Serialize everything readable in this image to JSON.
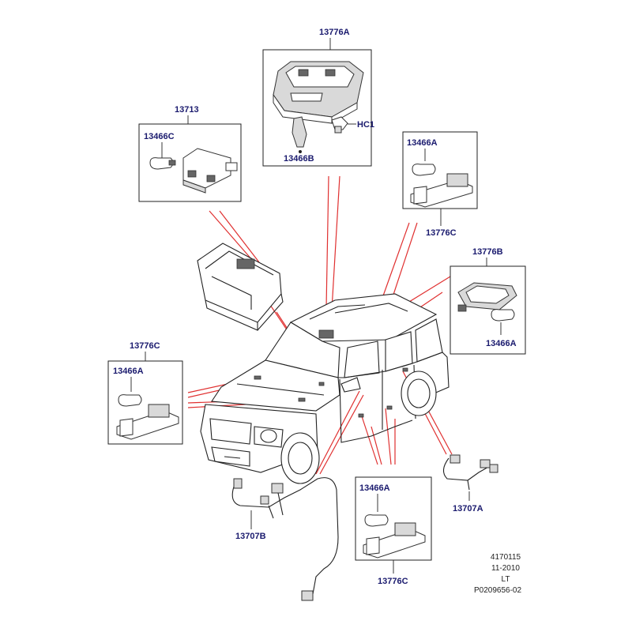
{
  "labels": {
    "top_assembly": "13776A",
    "top_bulb": "13466B",
    "top_clip": "HC1",
    "left_assembly": "13713",
    "left_bulb": "13466C",
    "right_upper_bulb": "13466A",
    "right_upper_assembly": "13776C",
    "right_mid_assembly": "13776B",
    "right_mid_bulb": "13466A",
    "left_mid_assembly": "13776C",
    "left_mid_bulb": "13466A",
    "harness_left": "13707B",
    "bottom_bulb": "13466A",
    "bottom_assembly": "13776C",
    "harness_right": "13707A"
  },
  "footer": {
    "line1": "4170115",
    "line2": "11-2010",
    "line3": "LT",
    "line4": "P0209656-02"
  },
  "colors": {
    "background": "#ffffff",
    "label_blue": "#1a1a6e",
    "leader_red": "#e03030",
    "line": "#222222"
  }
}
